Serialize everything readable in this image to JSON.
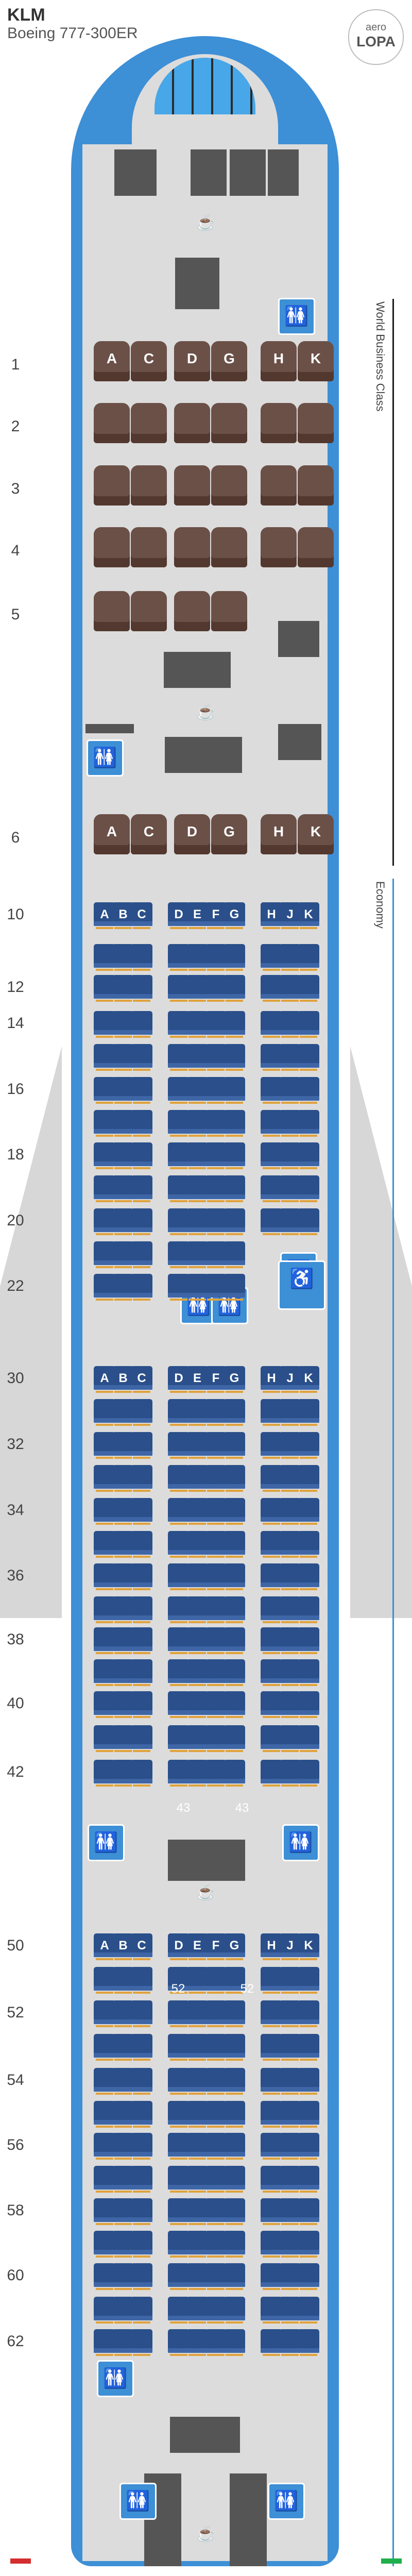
{
  "header": {
    "airline": "KLM",
    "aircraft": "Boeing 777-300ER"
  },
  "logo": {
    "line1": "aero",
    "line2": "LOPA"
  },
  "sections": {
    "business": "World Business Class",
    "economy": "Economy"
  },
  "colors": {
    "fuselage": "#3d8fd6",
    "economy_seat": "#2a4f8a",
    "business_seat": "#6b5048",
    "cabin_floor": "#dcdcdc",
    "business_line": "#1b1b1b",
    "economy_line": "#3d8fd6"
  },
  "row_numbers": [
    "1",
    "2",
    "3",
    "4",
    "5",
    "6",
    "10",
    "12",
    "14",
    "16",
    "18",
    "20",
    "22",
    "30",
    "32",
    "34",
    "36",
    "38",
    "40",
    "42",
    "50",
    "52",
    "54",
    "56",
    "58",
    "60",
    "62"
  ],
  "business_letters": [
    [
      "A",
      "C"
    ],
    [
      "D",
      "G"
    ],
    [
      "H",
      "K"
    ]
  ],
  "economy_letters": [
    [
      "A",
      "B",
      "C"
    ],
    [
      "D",
      "E",
      "F",
      "G"
    ],
    [
      "H",
      "J",
      "K"
    ]
  ],
  "extra_labels": {
    "row43": "43",
    "row52": "52"
  },
  "icons": {
    "lavatory": "lavatory-icon",
    "accessible_lavatory": "accessible-lavatory-icon",
    "galley": "galley-icon",
    "crew": "crew-seat-icon"
  }
}
